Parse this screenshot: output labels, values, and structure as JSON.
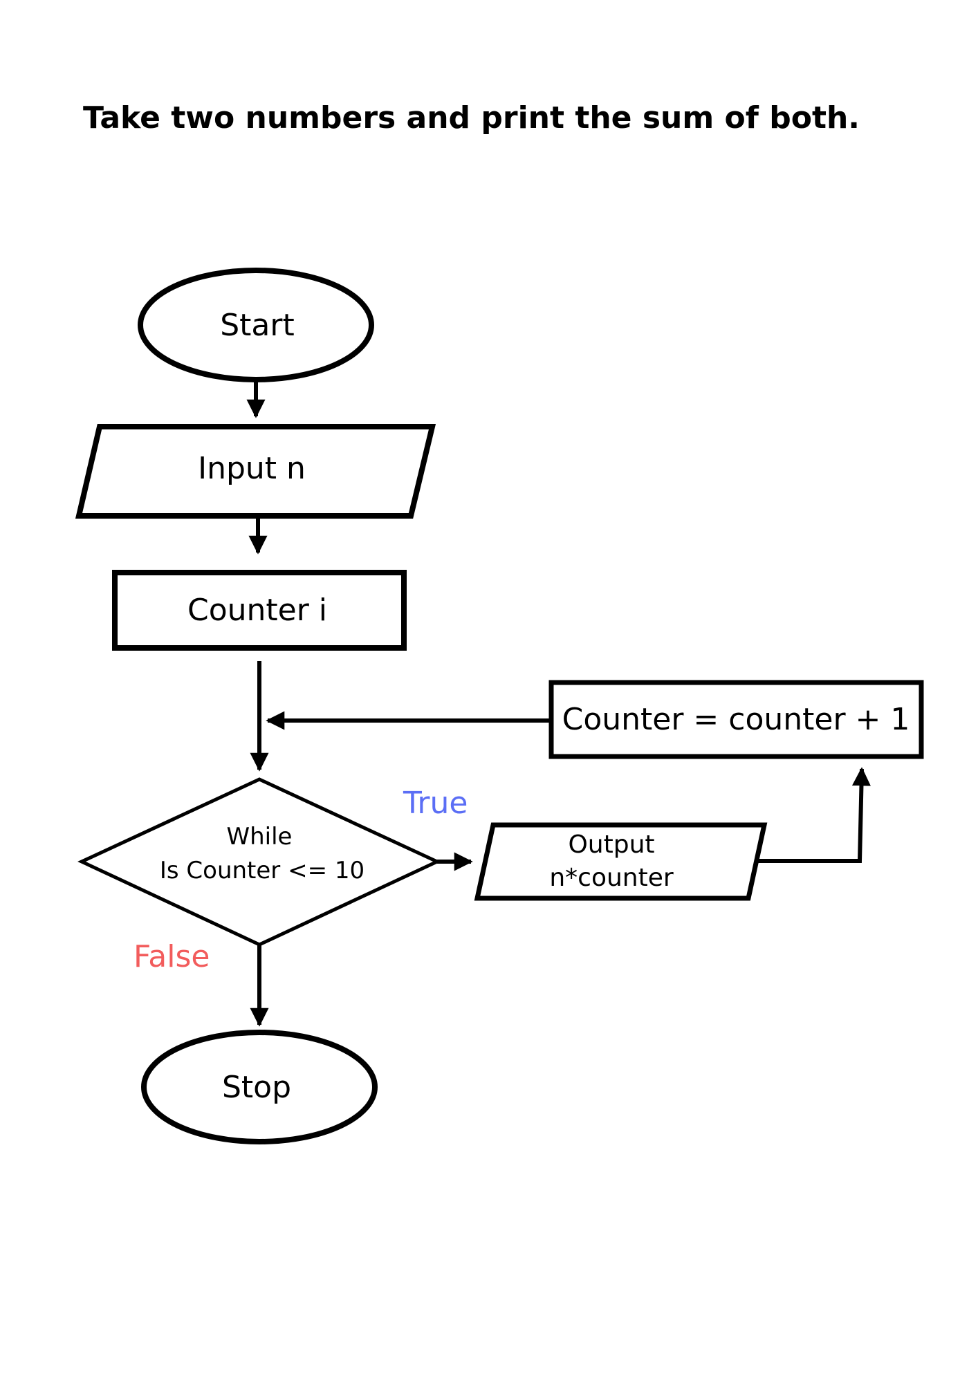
{
  "title": "Take two numbers and print the sum of both.",
  "nodes": {
    "start": "Start",
    "input": "Input n",
    "counter_init": "Counter i",
    "increment": "Counter = counter + 1",
    "decision_line1": "While",
    "decision_line2": "Is Counter <= 10",
    "output_line1": "Output",
    "output_line2": "n*counter",
    "stop": "Stop"
  },
  "edge_labels": {
    "true": "True",
    "false": "False"
  },
  "colors": {
    "true_label": "#5b6ef5",
    "false_label": "#f25c5c",
    "stroke": "#000000"
  }
}
